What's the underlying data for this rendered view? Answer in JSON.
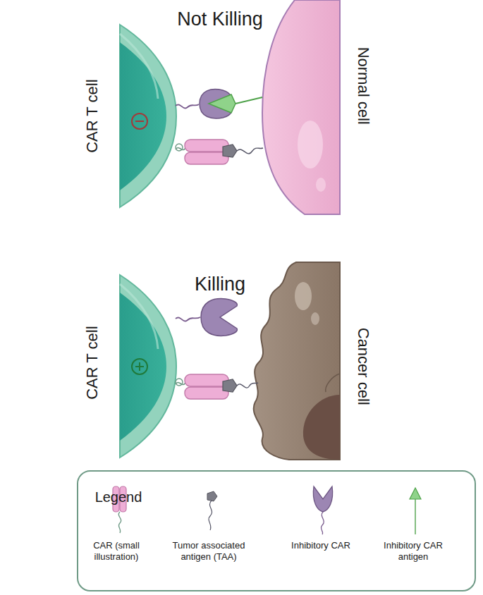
{
  "diagram": {
    "labels": [
      "Not Killing",
      "CAR T cell",
      "Normal cell",
      "Killing",
      "CAR T cell",
      "Cancer cell",
      "Legend"
    ],
    "legend": [
      {
        "text": "CAR (small illustration)"
      },
      {
        "text": "Tumor associated antigen (TAA)"
      },
      {
        "text": "Inhibitory CAR"
      },
      {
        "text": "Inhibitory CAR antigen"
      }
    ]
  }
}
